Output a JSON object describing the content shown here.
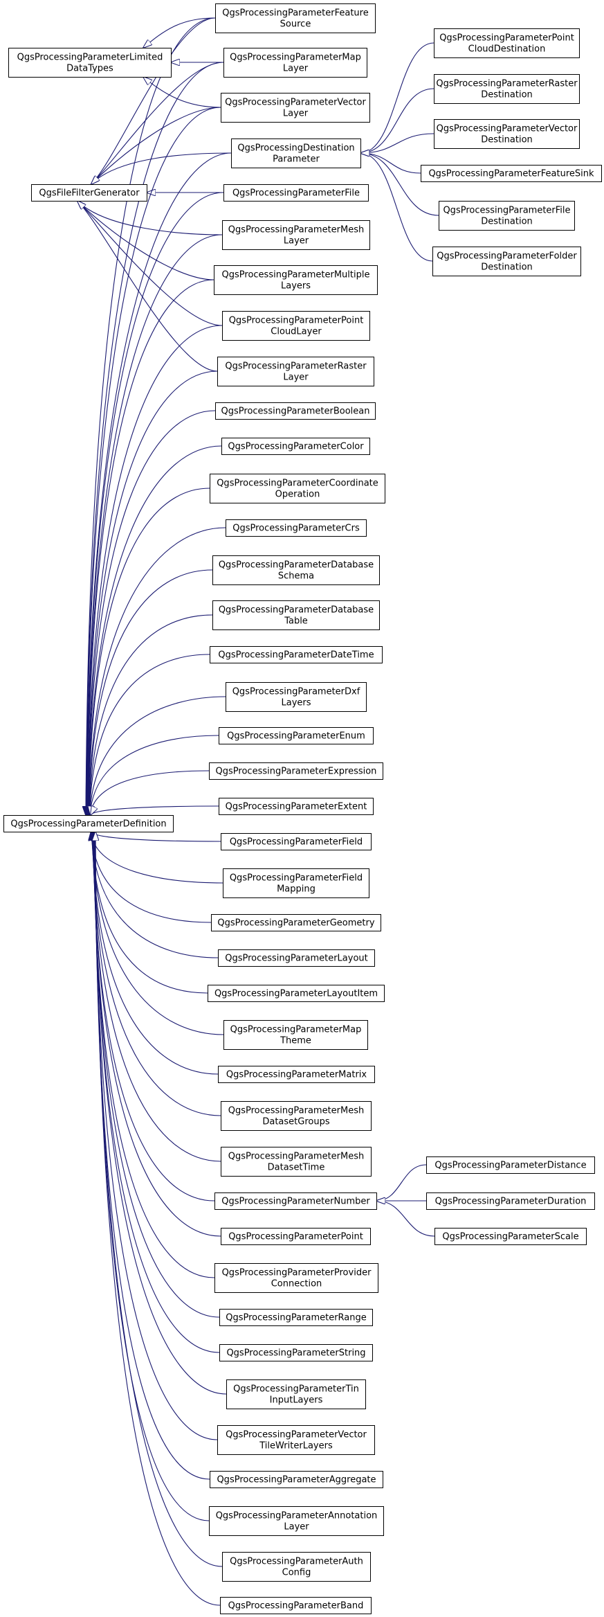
{
  "diagram": {
    "title": "",
    "nodes": [
      {
        "id": "limited",
        "lines": [
          "QgsProcessingParameterLimited",
          "DataTypes"
        ]
      },
      {
        "id": "filter",
        "lines": [
          "QgsFileFilterGenerator"
        ]
      },
      {
        "id": "def",
        "lines": [
          "QgsProcessingParameterDefinition"
        ]
      },
      {
        "id": "featsrc",
        "lines": [
          "QgsProcessingParameterFeature",
          "Source"
        ]
      },
      {
        "id": "maplayer",
        "lines": [
          "QgsProcessingParameterMap",
          "Layer"
        ]
      },
      {
        "id": "veclayer",
        "lines": [
          "QgsProcessingParameterVector",
          "Layer"
        ]
      },
      {
        "id": "destparam",
        "lines": [
          "QgsProcessingDestination",
          "Parameter"
        ]
      },
      {
        "id": "file",
        "lines": [
          "QgsProcessingParameterFile"
        ]
      },
      {
        "id": "meshlayer",
        "lines": [
          "QgsProcessingParameterMesh",
          "Layer"
        ]
      },
      {
        "id": "multilayers",
        "lines": [
          "QgsProcessingParameterMultiple",
          "Layers"
        ]
      },
      {
        "id": "pclayer",
        "lines": [
          "QgsProcessingParameterPoint",
          "CloudLayer"
        ]
      },
      {
        "id": "rasterlayer",
        "lines": [
          "QgsProcessingParameterRaster",
          "Layer"
        ]
      },
      {
        "id": "boolean",
        "lines": [
          "QgsProcessingParameterBoolean"
        ]
      },
      {
        "id": "color",
        "lines": [
          "QgsProcessingParameterColor"
        ]
      },
      {
        "id": "coordop",
        "lines": [
          "QgsProcessingParameterCoordinate",
          "Operation"
        ]
      },
      {
        "id": "crs",
        "lines": [
          "QgsProcessingParameterCrs"
        ]
      },
      {
        "id": "dbschema",
        "lines": [
          "QgsProcessingParameterDatabase",
          "Schema"
        ]
      },
      {
        "id": "dbtable",
        "lines": [
          "QgsProcessingParameterDatabase",
          "Table"
        ]
      },
      {
        "id": "datetime",
        "lines": [
          "QgsProcessingParameterDateTime"
        ]
      },
      {
        "id": "dxf",
        "lines": [
          "QgsProcessingParameterDxf",
          "Layers"
        ]
      },
      {
        "id": "enum",
        "lines": [
          "QgsProcessingParameterEnum"
        ]
      },
      {
        "id": "expression",
        "lines": [
          "QgsProcessingParameterExpression"
        ]
      },
      {
        "id": "extent",
        "lines": [
          "QgsProcessingParameterExtent"
        ]
      },
      {
        "id": "field",
        "lines": [
          "QgsProcessingParameterField"
        ]
      },
      {
        "id": "fieldmap",
        "lines": [
          "QgsProcessingParameterField",
          "Mapping"
        ]
      },
      {
        "id": "geometry",
        "lines": [
          "QgsProcessingParameterGeometry"
        ]
      },
      {
        "id": "layout",
        "lines": [
          "QgsProcessingParameterLayout"
        ]
      },
      {
        "id": "layoutitem",
        "lines": [
          "QgsProcessingParameterLayoutItem"
        ]
      },
      {
        "id": "maptheme",
        "lines": [
          "QgsProcessingParameterMap",
          "Theme"
        ]
      },
      {
        "id": "matrix",
        "lines": [
          "QgsProcessingParameterMatrix"
        ]
      },
      {
        "id": "meshdsg",
        "lines": [
          "QgsProcessingParameterMesh",
          "DatasetGroups"
        ]
      },
      {
        "id": "meshdst",
        "lines": [
          "QgsProcessingParameterMesh",
          "DatasetTime"
        ]
      },
      {
        "id": "number",
        "lines": [
          "QgsProcessingParameterNumber"
        ]
      },
      {
        "id": "point",
        "lines": [
          "QgsProcessingParameterPoint"
        ]
      },
      {
        "id": "provconn",
        "lines": [
          "QgsProcessingParameterProvider",
          "Connection"
        ]
      },
      {
        "id": "range",
        "lines": [
          "QgsProcessingParameterRange"
        ]
      },
      {
        "id": "string",
        "lines": [
          "QgsProcessingParameterString"
        ]
      },
      {
        "id": "tin",
        "lines": [
          "QgsProcessingParameterTin",
          "InputLayers"
        ]
      },
      {
        "id": "vtwl",
        "lines": [
          "QgsProcessingParameterVector",
          "TileWriterLayers"
        ]
      },
      {
        "id": "aggregate",
        "lines": [
          "QgsProcessingParameterAggregate"
        ]
      },
      {
        "id": "annotation",
        "lines": [
          "QgsProcessingParameterAnnotation",
          "Layer"
        ]
      },
      {
        "id": "authcfg",
        "lines": [
          "QgsProcessingParameterAuth",
          "Config"
        ]
      },
      {
        "id": "band",
        "lines": [
          "QgsProcessingParameterBand"
        ]
      },
      {
        "id": "pcdest",
        "lines": [
          "QgsProcessingParameterPoint",
          "CloudDestination"
        ]
      },
      {
        "id": "rasterdest",
        "lines": [
          "QgsProcessingParameterRaster",
          "Destination"
        ]
      },
      {
        "id": "vecdest",
        "lines": [
          "QgsProcessingParameterVector",
          "Destination"
        ]
      },
      {
        "id": "featsink",
        "lines": [
          "QgsProcessingParameterFeatureSink"
        ]
      },
      {
        "id": "filedest",
        "lines": [
          "QgsProcessingParameterFile",
          "Destination"
        ]
      },
      {
        "id": "folderdest",
        "lines": [
          "QgsProcessingParameterFolder",
          "Destination"
        ]
      },
      {
        "id": "distance",
        "lines": [
          "QgsProcessingParameterDistance"
        ]
      },
      {
        "id": "duration",
        "lines": [
          "QgsProcessingParameterDuration"
        ]
      },
      {
        "id": "scale",
        "lines": [
          "QgsProcessingParameterScale"
        ]
      }
    ],
    "edges": [
      {
        "from": "featsrc",
        "to": "limited"
      },
      {
        "from": "maplayer",
        "to": "limited"
      },
      {
        "from": "veclayer",
        "to": "limited"
      },
      {
        "from": "featsrc",
        "to": "filter"
      },
      {
        "from": "maplayer",
        "to": "filter"
      },
      {
        "from": "veclayer",
        "to": "filter"
      },
      {
        "from": "destparam",
        "to": "filter"
      },
      {
        "from": "file",
        "to": "filter"
      },
      {
        "from": "meshlayer",
        "to": "filter"
      },
      {
        "from": "multilayers",
        "to": "filter"
      },
      {
        "from": "pclayer",
        "to": "filter"
      },
      {
        "from": "rasterlayer",
        "to": "filter"
      },
      {
        "from": "pcdest",
        "to": "destparam"
      },
      {
        "from": "rasterdest",
        "to": "destparam"
      },
      {
        "from": "vecdest",
        "to": "destparam"
      },
      {
        "from": "featsink",
        "to": "destparam"
      },
      {
        "from": "filedest",
        "to": "destparam"
      },
      {
        "from": "folderdest",
        "to": "destparam"
      },
      {
        "from": "distance",
        "to": "number"
      },
      {
        "from": "duration",
        "to": "number"
      },
      {
        "from": "scale",
        "to": "number"
      },
      {
        "from": "featsrc",
        "to": "def"
      },
      {
        "from": "maplayer",
        "to": "def"
      },
      {
        "from": "veclayer",
        "to": "def"
      },
      {
        "from": "destparam",
        "to": "def"
      },
      {
        "from": "file",
        "to": "def"
      },
      {
        "from": "meshlayer",
        "to": "def"
      },
      {
        "from": "multilayers",
        "to": "def"
      },
      {
        "from": "pclayer",
        "to": "def"
      },
      {
        "from": "rasterlayer",
        "to": "def"
      },
      {
        "from": "boolean",
        "to": "def"
      },
      {
        "from": "color",
        "to": "def"
      },
      {
        "from": "coordop",
        "to": "def"
      },
      {
        "from": "crs",
        "to": "def"
      },
      {
        "from": "dbschema",
        "to": "def"
      },
      {
        "from": "dbtable",
        "to": "def"
      },
      {
        "from": "datetime",
        "to": "def"
      },
      {
        "from": "dxf",
        "to": "def"
      },
      {
        "from": "enum",
        "to": "def"
      },
      {
        "from": "expression",
        "to": "def"
      },
      {
        "from": "extent",
        "to": "def"
      },
      {
        "from": "field",
        "to": "def"
      },
      {
        "from": "fieldmap",
        "to": "def"
      },
      {
        "from": "geometry",
        "to": "def"
      },
      {
        "from": "layout",
        "to": "def"
      },
      {
        "from": "layoutitem",
        "to": "def"
      },
      {
        "from": "maptheme",
        "to": "def"
      },
      {
        "from": "matrix",
        "to": "def"
      },
      {
        "from": "meshdsg",
        "to": "def"
      },
      {
        "from": "meshdst",
        "to": "def"
      },
      {
        "from": "number",
        "to": "def"
      },
      {
        "from": "point",
        "to": "def"
      },
      {
        "from": "provconn",
        "to": "def"
      },
      {
        "from": "range",
        "to": "def"
      },
      {
        "from": "string",
        "to": "def"
      },
      {
        "from": "tin",
        "to": "def"
      },
      {
        "from": "vtwl",
        "to": "def"
      },
      {
        "from": "aggregate",
        "to": "def"
      },
      {
        "from": "annotation",
        "to": "def"
      },
      {
        "from": "authcfg",
        "to": "def"
      },
      {
        "from": "band",
        "to": "def"
      }
    ],
    "edge_color": "#191970"
  }
}
